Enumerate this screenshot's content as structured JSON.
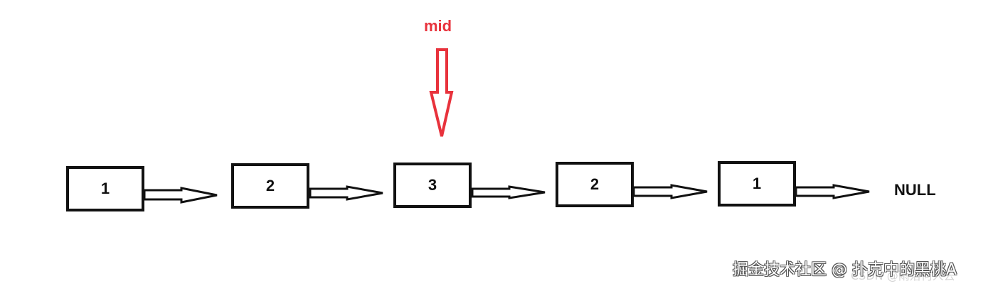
{
  "diagram": {
    "nodes": [
      {
        "value": "1"
      },
      {
        "value": "2"
      },
      {
        "value": "3"
      },
      {
        "value": "2"
      },
      {
        "value": "1"
      }
    ],
    "terminal": "NULL",
    "pointer": {
      "label": "mid",
      "target_index": 2,
      "color": "#e8323c"
    }
  },
  "watermark": {
    "primary": "掘金技术社区 @ 扑克中的黑桃A",
    "secondary": "CSDN @雨落何人去"
  }
}
